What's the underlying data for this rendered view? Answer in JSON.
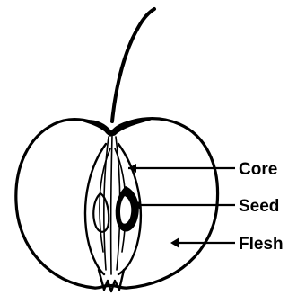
{
  "diagram": {
    "labels": {
      "core": "Core",
      "seed": "Seed",
      "flesh": "Flesh"
    }
  }
}
